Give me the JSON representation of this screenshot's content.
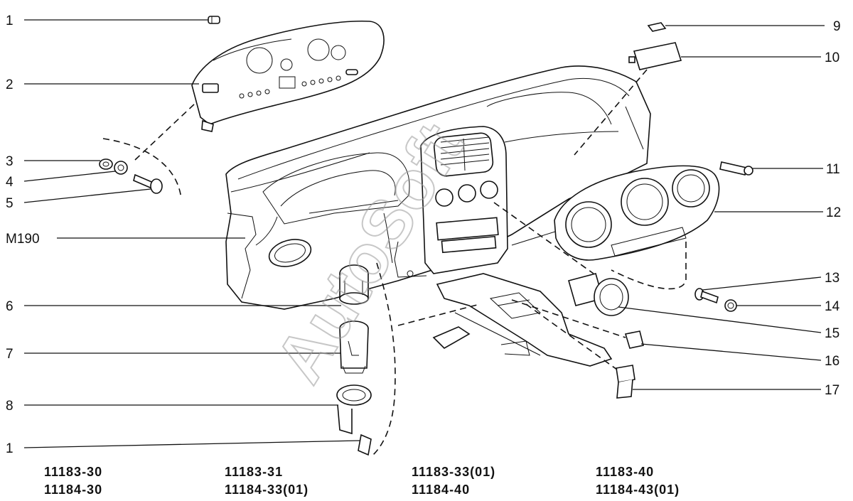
{
  "callouts": {
    "c1_top": "1",
    "c2": "2",
    "c3": "3",
    "c4": "4",
    "c5": "5",
    "cM190": "M190",
    "c6": "6",
    "c7": "7",
    "c8": "8",
    "c1_bottom": "1",
    "c9": "9",
    "c10": "10",
    "c11": "11",
    "c12": "12",
    "c13": "13",
    "c14": "14",
    "c15": "15",
    "c16": "16",
    "c17": "17"
  },
  "model_codes": {
    "col1_row1": "11183-30",
    "col1_row2": "11184-30",
    "col2_row1": "11183-31",
    "col2_row2": "11184-33(01)",
    "col3_row1": "11183-33(01)",
    "col3_row2": "11184-40",
    "col4_row1": "11183-40",
    "col4_row2": "11184-43(01)"
  },
  "watermark": {
    "text": "AutoSoft"
  },
  "colors": {
    "ink": "#111111",
    "watermark": "#9a9a9a",
    "background": "#ffffff"
  }
}
